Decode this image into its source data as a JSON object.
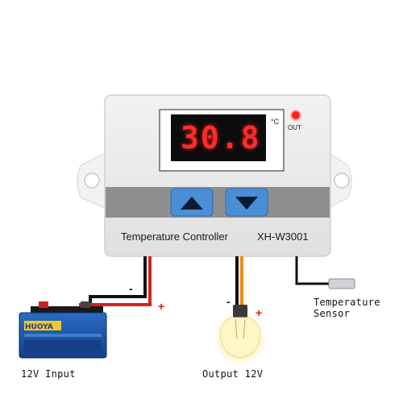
{
  "device": {
    "title": "Temperature Controller",
    "model": "XH-W3001",
    "display_reading": "30.8",
    "unit": "°C",
    "out_indicator": "OUT",
    "buttons": [
      "up-arrow",
      "down-arrow"
    ]
  },
  "wiring": {
    "input_minus": "-",
    "input_plus": "+",
    "output_minus": "-",
    "output_plus": "+"
  },
  "labels": {
    "input": "12V Input",
    "output": "Output 12V",
    "sensor_line1": "Temperature",
    "sensor_line2": "Sensor"
  },
  "battery": {
    "brand": "HUOYA"
  },
  "colors": {
    "panel": "#e9e9e9",
    "display_bg": "#0c0c0c",
    "segments": "#ff2a2a",
    "buttons": "#4a8fd6",
    "button_strip": "#8f8f8f",
    "wire_red": "#d42020",
    "wire_black": "#111111",
    "wire_orange": "#f08a18",
    "battery_blue": "#1d55a8",
    "polarity_red": "#e01818"
  }
}
